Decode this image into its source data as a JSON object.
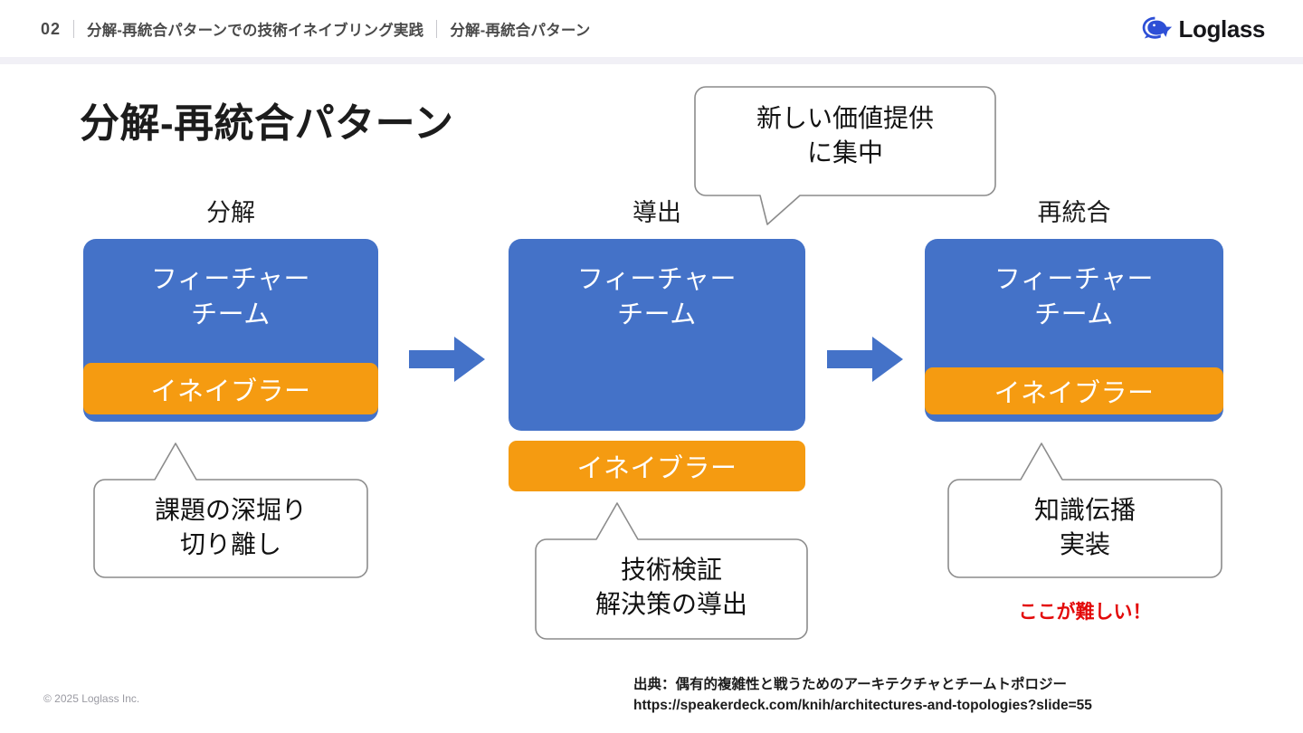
{
  "header": {
    "number": "02",
    "section": "分解-再統合パターンでの技術イネイブリング実践",
    "subsection": "分解-再統合パターン",
    "logo_text": "Loglass",
    "logo_icon": "whale-icon"
  },
  "title": "分解-再統合パターン",
  "colors": {
    "team_blue": "#4472C8",
    "enabler_orange": "#F59B11",
    "callout_stroke": "#8C8C8C",
    "red_accent": "#E30A0A",
    "header_text": "#4A4A4A",
    "rule": "#F1F0F6"
  },
  "columns": [
    {
      "stage_label": "分解",
      "team_label": "フィーチャー\nチーム",
      "enabler_label": "イネイブラー",
      "enabler_position": "inside",
      "callout": {
        "text": "課題の深堀り\n切り離し",
        "tail": "up"
      }
    },
    {
      "stage_label": "導出",
      "team_label": "フィーチャー\nチーム",
      "enabler_label": "イネイブラー",
      "enabler_position": "below",
      "callout": {
        "text": "技術検証\n解決策の導出",
        "tail": "up"
      }
    },
    {
      "stage_label": "再統合",
      "team_label": "フィーチャー\nチーム",
      "enabler_label": "イネイブラー",
      "enabler_position": "inside",
      "callout": {
        "text": "知識伝播\n実装",
        "tail": "up"
      },
      "note": "ここが難しい！"
    }
  ],
  "top_callout": {
    "text": "新しい価値提供\nに集中",
    "tail": "down"
  },
  "arrows": [
    {
      "name": "arrow-1",
      "direction": "right"
    },
    {
      "name": "arrow-2",
      "direction": "right"
    }
  ],
  "source": "出典：偶有的複雑性と戦うためのアーキテクチャとチームトポロジー\nhttps://speakerdeck.com/knih/architectures-and-topologies?slide=55",
  "copyright": "© 2025 Loglass Inc."
}
